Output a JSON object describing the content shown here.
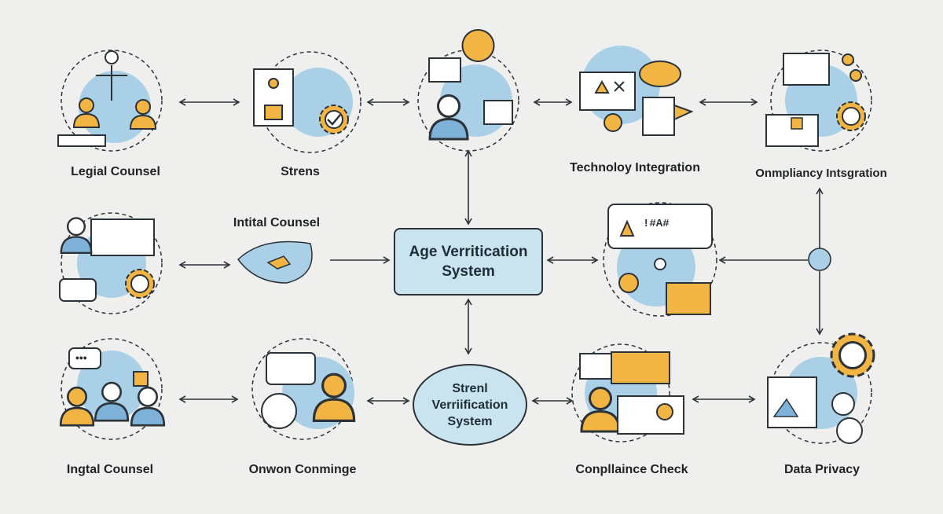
{
  "nodes": {
    "legal_counsel": "Legial Counsel",
    "strens": "Strens",
    "technology_integration": "Technoloy Integration",
    "compliancy_integration": "Onmpliancy Intsgration",
    "initial_counsel": "Intital Counsel",
    "integral_counsel": "Ingtal Counsel",
    "onwon_conminge": "Onwon Conminge",
    "compliance_check": "Conpllaince Check",
    "data_privacy": "Data Privacy"
  },
  "center_box": {
    "line1": "Age Verritication",
    "line2": "System"
  },
  "center_ellipse": {
    "line1": "Strenl",
    "line2": "Verriification",
    "line3": "System"
  },
  "colors": {
    "background": "#efefed",
    "accent_blue": "#a9d0e6",
    "accent_orange": "#f2b544",
    "stroke": "#2b3238"
  }
}
